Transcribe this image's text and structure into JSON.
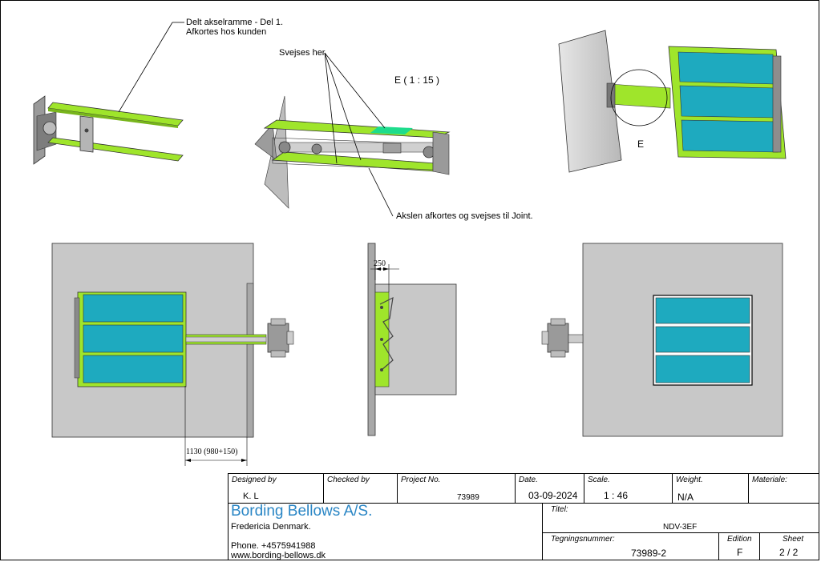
{
  "annotations": {
    "frame_note_line1": "Delt akselramme - Del 1.",
    "frame_note_line2": "Afkortes hos kunden",
    "weld_here": "Svejses her",
    "detail_scale": "E ( 1 : 15 )",
    "shaft_note": "Akslen afkortes og svejses til Joint.",
    "detail_label": "E",
    "dim_250": "250",
    "dim_1130": "1130 (980+150)"
  },
  "title_block": {
    "designed_by_label": "Designed by",
    "designed_by_value": "K. L",
    "checked_by_label": "Checked by",
    "checked_by_value": "",
    "project_no_label": "Project No.",
    "project_no_value": "73989",
    "date_label": "Date.",
    "date_value": "03-09-2024",
    "scale_label": "Scale.",
    "scale_value": "1 : 46",
    "weight_label": "Weight.",
    "weight_value": "N/A",
    "materiale_label": "Materiale:",
    "materiale_value": "",
    "company_name": "Bording Bellows A/S.",
    "company_city": "Fredericia Denmark.",
    "company_phone": "Phone. +4575941988",
    "company_web": "www.bording-bellows.dk",
    "titel_label": "Titel:",
    "titel_value": "NDV-3EF",
    "tegning_label": "Tegningsnummer:",
    "tegning_value": "73989-2",
    "edition_label": "Edition",
    "edition_value": "F",
    "sheet_label": "Sheet",
    "sheet_value": "2 / 2"
  },
  "colors": {
    "green": "#9fe52b",
    "teal": "#1eaabf",
    "grey_wall": "#c8c8c8",
    "company_blue": "#2a86c5"
  }
}
